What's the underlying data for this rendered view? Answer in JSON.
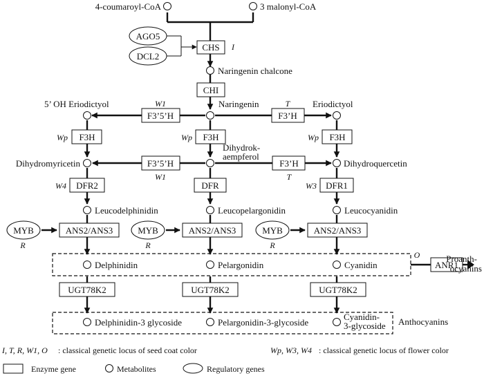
{
  "metabolites": {
    "coumaroyl": "4-coumaroyl-CoA",
    "malonyl": "3 malonyl-CoA",
    "naringenin_chalcone": "Naringenin  chalcone",
    "oh_eriodictyol": "5’ OH Eriodictyol",
    "naringenin": "Naringenin",
    "eriodictyol": "Eriodictyol",
    "dihydromyricetin": "Dihydromyricetin",
    "dihydrokaempferol_1": "Dihydrok-",
    "dihydrokaempferol_2": "aempferol",
    "dihydroquercetin": "Dihydroquercetin",
    "leucodelphinidin": "Leucodelphinidin",
    "leucopelargonidin": "Leucopelargonidin",
    "leucocyanidin": "Leucocyanidin",
    "delphinidin": "Delphinidin",
    "pelargonidin": "Pelargonidin",
    "cyanidin": "Cyanidin",
    "delphinidin_glycoside": "Delphinidin-3 glycoside",
    "pelargonidin_glycoside": "Pelargonidin-3-glycoside",
    "cyanidin_glycoside_1": "Cyanidin-",
    "cyanidin_glycoside_2": "3-glycoside"
  },
  "enzymes": {
    "chs": "CHS",
    "chi": "CHI",
    "f35h_top": "F3’5’H",
    "f3h_top": "F3’H",
    "f3h_left": "F3H",
    "f3h_mid": "F3H",
    "f3h_right": "F3H",
    "f35h_mid": "F3’5’H",
    "f3h_mid_right": "F3’H",
    "dfr2": "DFR2",
    "dfr": "DFR",
    "dfr1": "DFR1",
    "ans_left": "ANS2/ANS3",
    "ans_mid": "ANS2/ANS3",
    "ans_right": "ANS2/ANS3",
    "anr1": "ANR1",
    "ugt_left": "UGT78K2",
    "ugt_mid": "UGT78K2",
    "ugt_right": "UGT78K2"
  },
  "regulators": {
    "ago5": "AGO5",
    "dcl2": "DCL2",
    "myb_left": "MYB",
    "myb_mid": "MYB",
    "myb_right": "MYB"
  },
  "loci": {
    "chs_i": "I",
    "w1_top": "W1",
    "t_top": "T",
    "wp_left": "Wp",
    "wp_mid": "Wp",
    "wp_right": "Wp",
    "w1_mid": "W1",
    "t_mid": "T",
    "w4": "W4",
    "w3": "W3",
    "r_left": "R",
    "r_mid": "R",
    "r_right": "R",
    "o": "O"
  },
  "groups": {
    "proanthocyanins_1": "Proanth-",
    "proanthocyanins_2": "ocyanins",
    "anthocyanins": "Anthocyanins"
  },
  "legend": {
    "seed_loci": "I,  T,  R,  W1,  O",
    "seed_text": ": classical genetic locus of seed coat color",
    "flower_loci": "Wp,  W3,  W4",
    "flower_text": ": classical genetic locus of flower color",
    "enzyme": "Enzyme gene",
    "metabolites": "Metabolites",
    "regulatory": "Regulatory genes"
  }
}
